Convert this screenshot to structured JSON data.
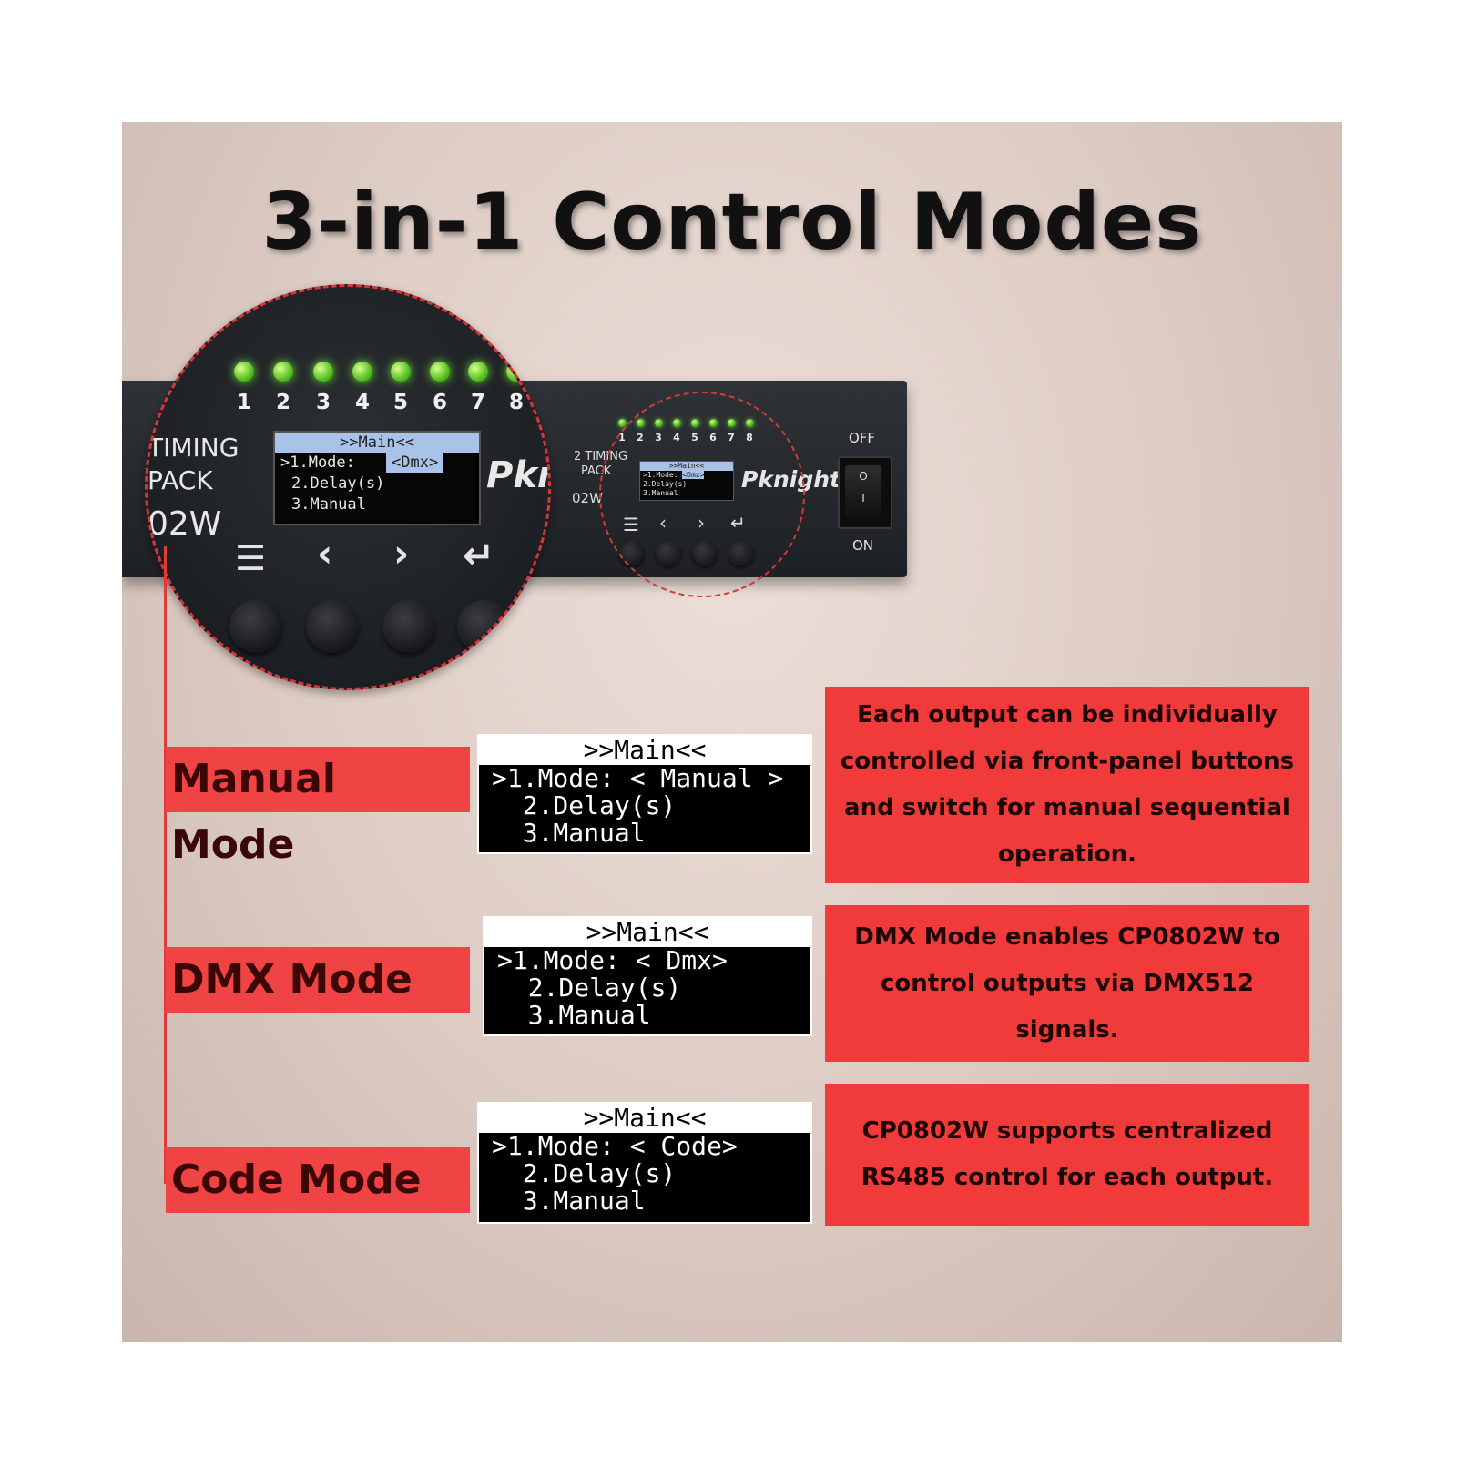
{
  "title": "3-in-1 Control Modes",
  "device": {
    "channels": [
      "1",
      "2",
      "3",
      "4",
      "5",
      "6",
      "7",
      "8"
    ],
    "label_line1": "2 TIMING",
    "label_line2": "PACK",
    "model_suffix": "02W",
    "brand": "Pknight",
    "screen": {
      "header": ">>Main<<",
      "line1": ">1.Mode:",
      "line1_value": "<Dmx>",
      "line2": "2.Delay(s)",
      "line3": "3.Manual"
    },
    "switch_off": "OFF",
    "switch_on": "ON",
    "switch_o": "O",
    "switch_i": "I"
  },
  "zoom": {
    "label_line1": "TIMING",
    "label_line2": "PACK",
    "model_suffix": "02W",
    "brand": "Pkn",
    "icons": [
      "menu-icon",
      "chevron-left-icon",
      "chevron-right-icon",
      "enter-icon"
    ]
  },
  "modes": [
    {
      "label": "Manual Mode",
      "screen": {
        "header": ">>Main<<",
        "line1": ">1.Mode: < Manual >",
        "line2": "  2.Delay(s)",
        "line3": "  3.Manual"
      },
      "description": "Each output can be individually controlled via front-panel buttons and switch for manual sequential operation."
    },
    {
      "label": "DMX Mode",
      "screen": {
        "header": ">>Main<<",
        "line1": ">1.Mode: < Dmx>",
        "line2": "  2.Delay(s)",
        "line3": "  3.Manual"
      },
      "description": "DMX Mode enables CP0802W to control outputs via DMX512 signals."
    },
    {
      "label": "Code Mode",
      "screen": {
        "header": ">>Main<<",
        "line1": ">1.Mode: < Code>",
        "line2": "  2.Delay(s)",
        "line3": "  3.Manual"
      },
      "description": "CP0802W supports centralized RS485 control for each output."
    }
  ],
  "colors": {
    "accent_red": "#f13a3a",
    "led_green": "#43b515",
    "device_body": "#1d2024"
  }
}
